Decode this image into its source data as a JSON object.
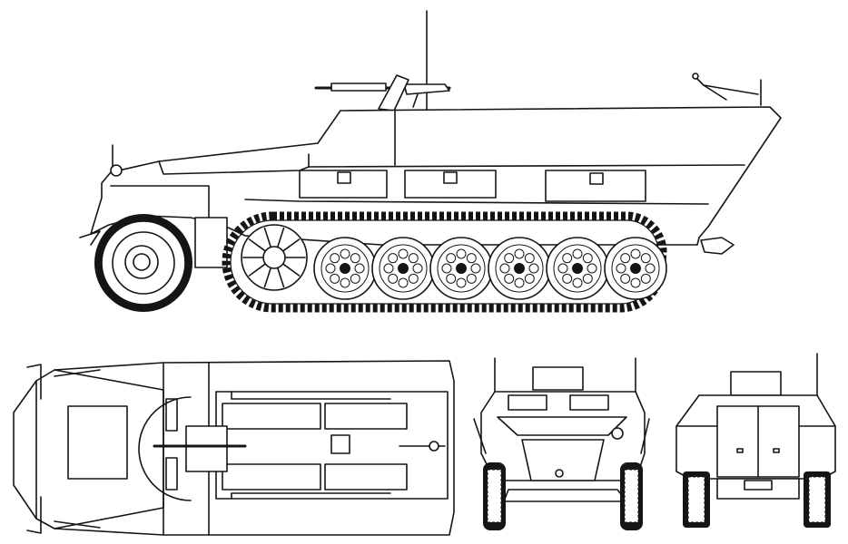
{
  "drawing": {
    "views": [
      {
        "id": "side",
        "icon": "halftrack-side-view"
      },
      {
        "id": "top",
        "icon": "halftrack-top-view"
      },
      {
        "id": "front",
        "icon": "halftrack-front-view"
      },
      {
        "id": "rear",
        "icon": "halftrack-rear-view"
      }
    ],
    "colors": {
      "ink": "#151515",
      "paper": "#ffffff"
    },
    "road_wheels": 6
  }
}
